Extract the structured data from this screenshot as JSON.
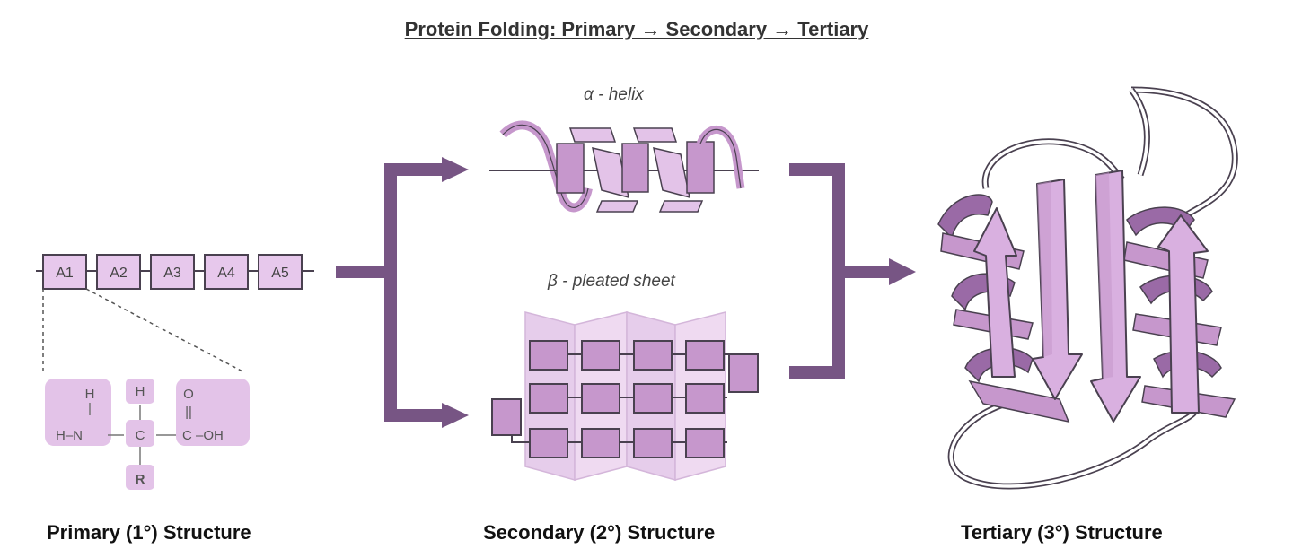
{
  "title": "Protein Folding:  Primary → Secondary → Tertiary",
  "colors": {
    "fill_light": "#e7c8ec",
    "fill_mid": "#c697cc",
    "fill_dark": "#9a6aa6",
    "arrow": "#775584",
    "outline": "#4a4150"
  },
  "primary": {
    "caption": "Primary (1°) Structure",
    "amino_acids": [
      "A1",
      "A2",
      "A3",
      "A4",
      "A5"
    ],
    "molecule": {
      "amine_h": "H",
      "amine": "H–N",
      "alpha_h": "H",
      "alpha_c": "C",
      "carbonyl_o": "O",
      "carbonyl_bond": "||",
      "carboxyl": "C –OH",
      "r_group": "R"
    }
  },
  "secondary": {
    "caption": "Secondary (2°) Structure",
    "helix_label": "α - helix",
    "sheet_label": "β - pleated sheet"
  },
  "tertiary": {
    "caption": "Tertiary (3°) Structure"
  },
  "icons": {
    "helix": "alpha-helix-icon",
    "sheet": "beta-sheet-icon",
    "tertiary": "tertiary-protein-icon"
  }
}
